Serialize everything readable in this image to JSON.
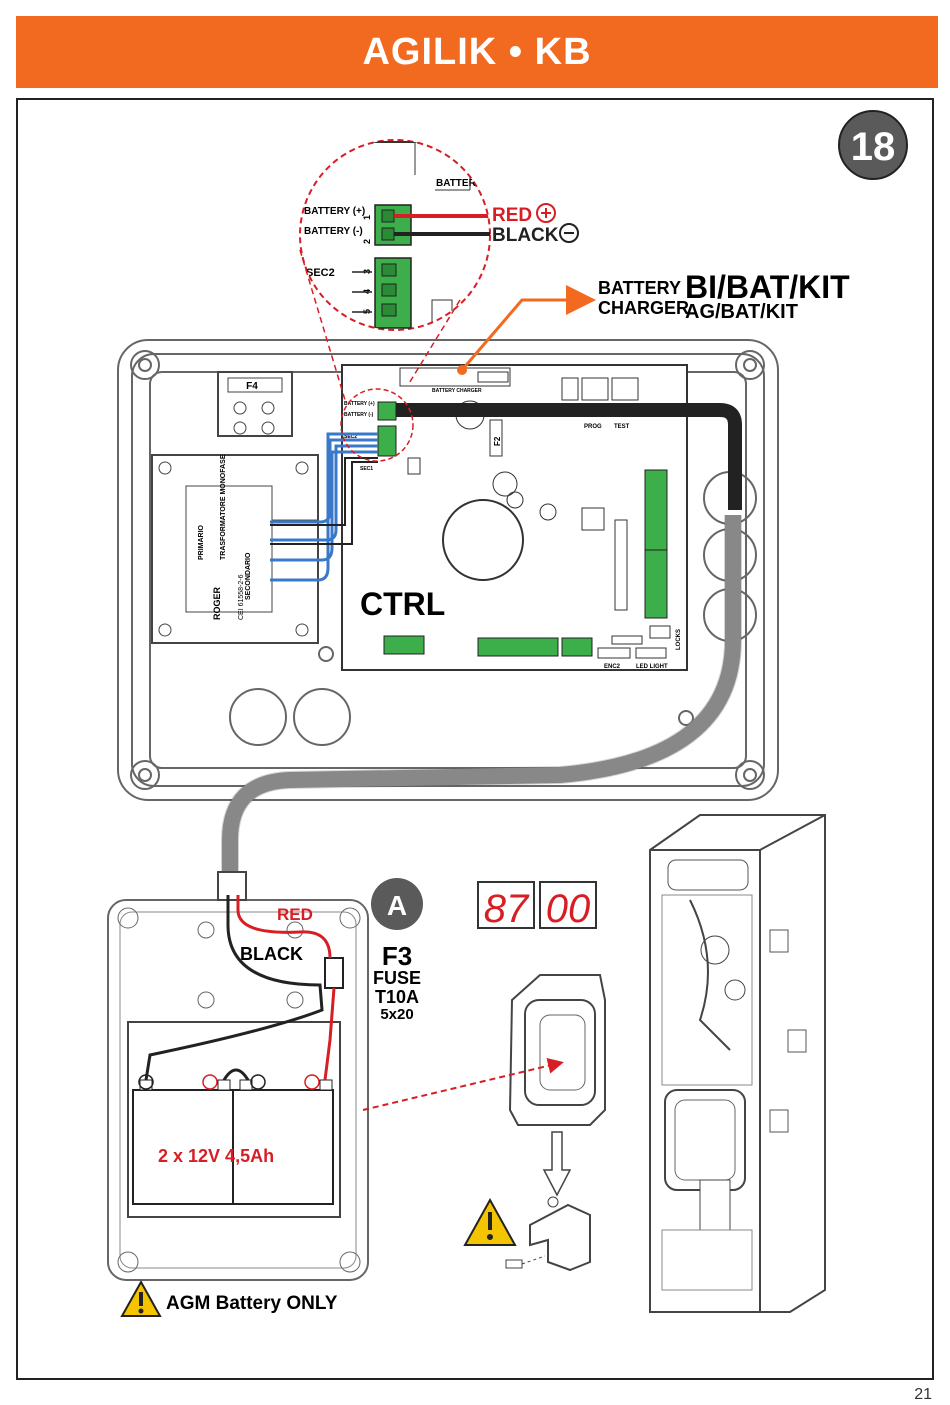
{
  "header": {
    "title": "AGILIK • KB"
  },
  "step": {
    "number": "18"
  },
  "page": {
    "number": "21"
  },
  "zoom": {
    "battery_plus": "BATTERY (+)",
    "battery_minus": "BATTERY (-)",
    "sec2": "SEC2",
    "batter_label": "BATTER",
    "pin1": "1",
    "pin2": "2",
    "pin3": "3",
    "pin4": "4",
    "pin5": "5"
  },
  "wires": {
    "red": "RED",
    "black": "BLACK"
  },
  "charger": {
    "line1": "BATTERY",
    "line2": "CHARGER",
    "kit1": "BI/BAT/KIT",
    "kit2": "AG/BAT/KIT"
  },
  "board": {
    "ctrl": "CTRL",
    "f4": "F4",
    "f2": "F2",
    "prog": "PROG",
    "test": "TEST",
    "battery_charger": "BATTERY CHARGER",
    "sec1": "SEC1",
    "sec2": "SEC2",
    "enc2": "ENC2",
    "led_light": "LED LIGHT",
    "locks": "LOCKS",
    "transformer_primary": "PRIMARIO",
    "transformer_secondary": "SECONDARIO",
    "transformer_brand": "ROGER",
    "transformer_code": "CEI 61558-2-6",
    "transformer_type": "TRASFORMATORE MONOFASE"
  },
  "battery_box": {
    "a_marker": "A",
    "red": "RED",
    "black": "BLACK",
    "fuse_id": "F3",
    "fuse_word": "FUSE",
    "fuse_rating": "T10A",
    "fuse_size": "5x20",
    "battery_label": "2 x 12V 4,5Ah"
  },
  "display": {
    "left": "87",
    "right": "00"
  },
  "warning": {
    "text": "AGM Battery ONLY"
  },
  "colors": {
    "orange": "#f26a1f",
    "red": "#d81e25",
    "gray_step": "#5a5a5a",
    "wire_blue": "#3a78c9"
  }
}
